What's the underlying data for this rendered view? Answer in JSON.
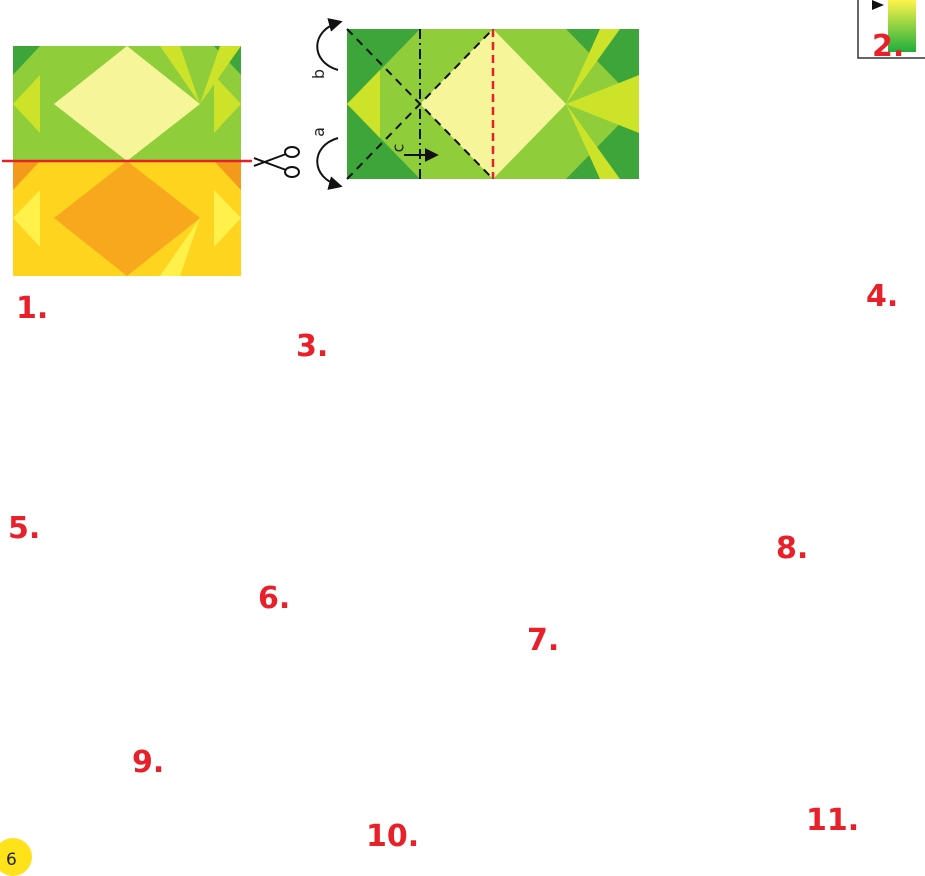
{
  "steps": {
    "s1": "1.",
    "s2": "2.",
    "s3": "3.",
    "s4": "4.",
    "s5": "5.",
    "s6": "6.",
    "s7": "7.",
    "s8": "8.",
    "s9": "9.",
    "s10": "10.",
    "s11": "11."
  },
  "fold_labels": {
    "a": "a",
    "b": "b",
    "c": "c"
  },
  "page_number": "6",
  "colors": {
    "number_red": "#e8202a",
    "paper_dark_green": "#2e9a2e",
    "paper_green": "#5bb82f",
    "paper_lime": "#cde32a",
    "paper_pale_yellow": "#f6f59a",
    "paper_orange": "#f39a1c",
    "paper_yellow": "#ffe21a",
    "cut_line_red": "#e8202a"
  },
  "icons": [
    "scissors-icon",
    "curved-arrow-icon",
    "fold-arrow-icon",
    "zigzag-arrow-icon",
    "end-square-icon",
    "color-legend-icon"
  ]
}
